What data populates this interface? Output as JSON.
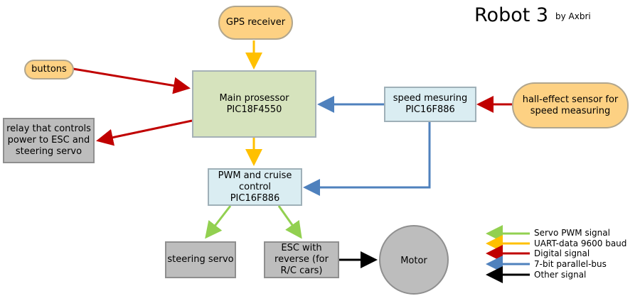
{
  "title": "Robot 3",
  "byline": "by Axbri",
  "nodes": {
    "gps": "GPS receiver",
    "buttons": "buttons",
    "main": "Main prosessor\nPIC18F4550",
    "speed": "speed mesuring\nPIC16F886",
    "hall": "hall-effect sensor for\nspeed measuring",
    "relay": "relay that controls\npower to ESC and\nsteering servo",
    "pwm": "PWM and cruise\ncontrol\nPIC16F886",
    "steering": "steering servo",
    "esc": "ESC with\nreverse (for\nR/C cars)",
    "motor": "Motor"
  },
  "legend": [
    {
      "label": "Servo PWM signal",
      "color": "#92d050"
    },
    {
      "label": "UART-data 9600 baud",
      "color": "#ffc000"
    },
    {
      "label": "Digital signal",
      "color": "#c00000"
    },
    {
      "label": "7-bit parallel-bus",
      "color": "#4f81bd"
    },
    {
      "label": "Other signal",
      "color": "#000000"
    }
  ],
  "colors": {
    "servo_pwm": "#92d050",
    "uart": "#ffc000",
    "digital": "#c00000",
    "parallel_bus": "#4f81bd",
    "other": "#000000"
  }
}
